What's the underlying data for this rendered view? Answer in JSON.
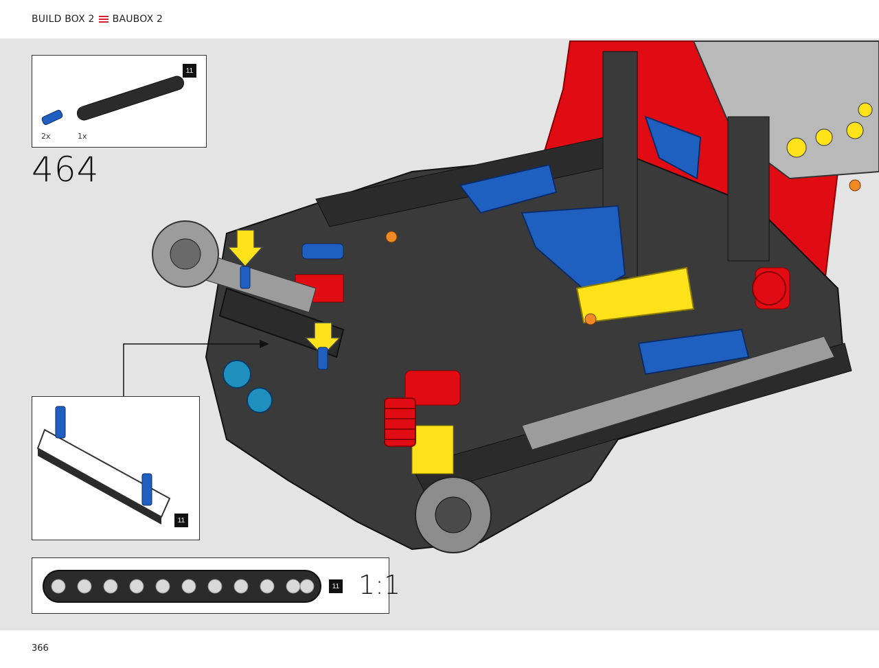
{
  "header": {
    "build_box_en": "BUILD BOX 2",
    "build_box_de": "BAUBOX 2",
    "separator_color": "#d81e2c"
  },
  "step": {
    "number": "464"
  },
  "parts_list": [
    {
      "name": "blue-pin",
      "quantity": "2x",
      "color": "#1f5fbf"
    },
    {
      "name": "beam-11",
      "quantity": "1x",
      "color": "#2b2b2b",
      "length_badge": "11"
    }
  ],
  "zoom_callout": {
    "length_badge": "11"
  },
  "scale_callout": {
    "length_badge": "11",
    "scale": "1:1"
  },
  "page": {
    "number": "366"
  },
  "colors": {
    "background": "#e4e4e4",
    "dark_beam": "#2b2b2b",
    "light_gray": "#a8a8a8",
    "red": "#e10b14",
    "blue": "#1f5fbf",
    "yellow": "#ffe21a",
    "orange": "#f08a24"
  }
}
